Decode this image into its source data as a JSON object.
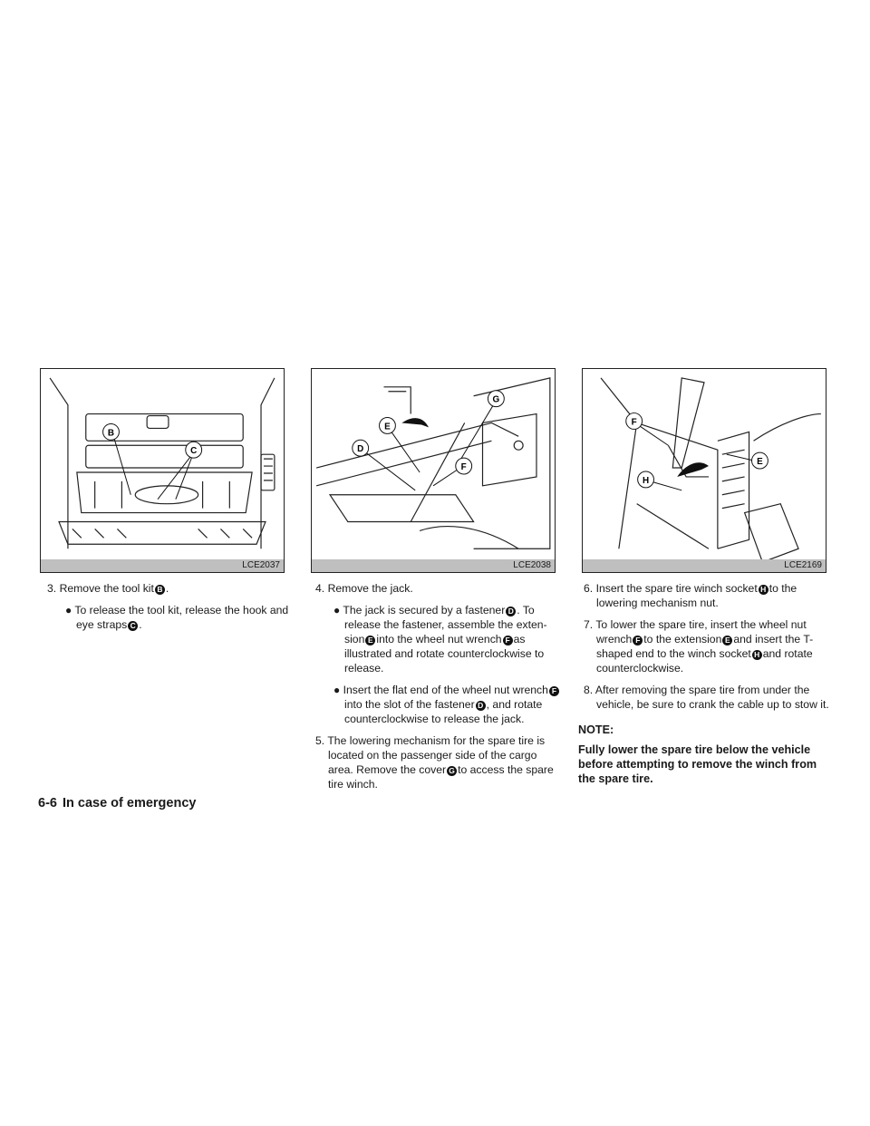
{
  "figures": [
    {
      "code": "LCE2037",
      "callouts": [
        "B",
        "C"
      ]
    },
    {
      "code": "LCE2038",
      "callouts": [
        "E",
        "G",
        "D",
        "F"
      ]
    },
    {
      "code": "LCE2169",
      "callouts": [
        "F",
        "E",
        "H"
      ]
    }
  ],
  "col1": {
    "step3": {
      "num": "3.",
      "a": "Remove the tool kit",
      "ref": "B",
      "b": "."
    },
    "bullet1": {
      "a": "To release the tool kit, release the hook and eye straps",
      "ref": "C",
      "b": "."
    }
  },
  "col2": {
    "step4": {
      "num": "4.",
      "text": "Remove the jack."
    },
    "bullet1": {
      "a": "The jack is secured by a fastener",
      "r1": "D",
      "b": ". To release the fastener, assemble the exten-sion",
      "r2": "E",
      "c": "into the wheel nut wrench",
      "r3": "F",
      "d": "as illustrated and rotate counterclockwise to release."
    },
    "bullet2": {
      "a": "Insert the flat end of the wheel nut wrench",
      "r1": "F",
      "b": "into the slot of the fastener",
      "r2": "D",
      "c": ", and rotate counterclockwise to release the jack."
    },
    "step5": {
      "num": "5.",
      "a": "The lowering mechanism for the spare tire is located on the passenger side of the cargo area. Remove the cover",
      "ref": "G",
      "b": "to access the spare tire winch."
    }
  },
  "col3": {
    "step6": {
      "num": "6.",
      "a": "Insert the spare tire winch socket",
      "ref": "H",
      "b": "to the lowering mechanism nut."
    },
    "step7": {
      "num": "7.",
      "a": "To lower the spare tire, insert the wheel nut wrench",
      "r1": "F",
      "b": "to the extension",
      "r2": "E",
      "c": "and insert the T-shaped end to the winch socket",
      "r3": "H",
      "d": "and rotate counterclockwise."
    },
    "step8": {
      "num": "8.",
      "text": "After removing the spare tire from under the vehicle, be sure to crank the cable up to stow it."
    },
    "note_heading": "NOTE:",
    "note_body": "Fully lower the spare tire below the vehicle before attempting to remove the winch from the spare tire."
  },
  "footer": {
    "page": "6-6",
    "section": "In case of emergency"
  }
}
